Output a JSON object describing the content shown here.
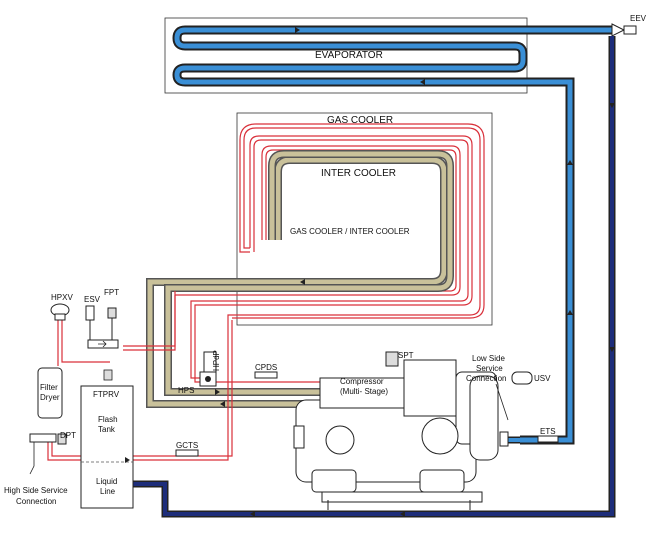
{
  "labels": {
    "eev": "EEV",
    "evaporator": "EVAPORATOR",
    "gas_cooler": "GAS COOLER",
    "inter_cooler": "INTER COOLER",
    "gas_cooler_inter_cooler": "GAS COOLER / INTER COOLER",
    "hpxv": "HPXV",
    "esv": "ESV",
    "fpt": "FPT",
    "ftprv": "FTPRV",
    "filter_dryer_1": "Filter",
    "filter_dryer_2": "Dryer",
    "dpt": "DPT",
    "flash_tank_1": "Flash",
    "flash_tank_2": "Tank",
    "liquid_line_1": "Liquid",
    "liquid_line_2": "Line",
    "high_side_service_1": "High Side Service",
    "high_side_service_2": "Connection",
    "hps": "HPS",
    "hpdp": "HPdP",
    "cpds": "CPDS",
    "spt": "SPT",
    "compressor_1": "Compressor",
    "compressor_2": "(Multi- Stage)",
    "gcts": "GCTS",
    "low_side_service_1": "Low Side",
    "low_side_service_2": "Service",
    "low_side_service_3": "Connection",
    "usv": "USV",
    "ets": "ETS"
  },
  "colors": {
    "suction_blue": "#3a8fd6",
    "liquid_navy": "#1d2d7a",
    "high_pressure_red": "#d9303a",
    "intercooler_tan": "#c9c19a",
    "outline": "#222222"
  }
}
